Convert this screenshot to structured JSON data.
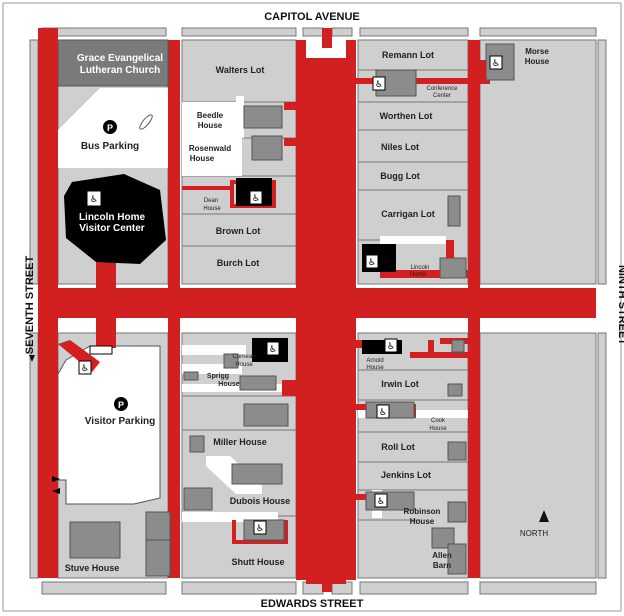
{
  "streets": {
    "north": "CAPITOL AVENUE",
    "south": "EDWARDS STREET",
    "west": "SEVENTH STREET",
    "east": "NINTH STREET"
  },
  "places": {
    "church": "Grace Evangelical Lutheran Church",
    "church_l1": "Grace Evangelical",
    "church_l2": "Lutheran Church",
    "walters": "Walters Lot",
    "remann": "Remann Lot",
    "morse_l1": "Morse",
    "morse_l2": "House",
    "conference_l1": "Conference",
    "conference_l2": "Center",
    "bus_parking": "Bus Parking",
    "beedle_l1": "Beedle",
    "beedle_l2": "House",
    "worthen": "Worthen Lot",
    "rosenwald_l1": "Rosenwald",
    "rosenwald_l2": "House",
    "niles": "Niles Lot",
    "bugg": "Bugg Lot",
    "visitor_center_l1": "Lincoln Home",
    "visitor_center_l2": "Visitor Center",
    "dean_l1": "Dean",
    "dean_l2": "House",
    "carrigan": "Carrigan Lot",
    "brown": "Brown Lot",
    "burch": "Burch Lot",
    "lincoln_home_l1": "Lincoln",
    "lincoln_home_l2": "Home",
    "corneau_l1": "Corneau",
    "corneau_l2": "House",
    "arnold_l1": "Arnold",
    "arnold_l2": "House",
    "sprigg_l1": "Sprigg",
    "sprigg_l2": "House",
    "irwin": "Irwin Lot",
    "visitor_parking": "Visitor Parking",
    "cook_l1": "Cook",
    "cook_l2": "House",
    "miller": "Miller House",
    "roll": "Roll Lot",
    "jenkins": "Jenkins Lot",
    "dubois": "Dubois House",
    "robinson_l1": "Robinson",
    "robinson_l2": "House",
    "allen_l1": "Allen",
    "allen_l2": "Barn",
    "stuve": "Stuve House",
    "shutt": "Shutt House",
    "north": "NORTH"
  },
  "symbols": {
    "parking": "P",
    "accessible": "♿"
  },
  "colors": {
    "path_red": "#d21f1f",
    "block_gray": "#cfcfcf",
    "building_gray": "#8c8c8c",
    "black": "#000000"
  }
}
